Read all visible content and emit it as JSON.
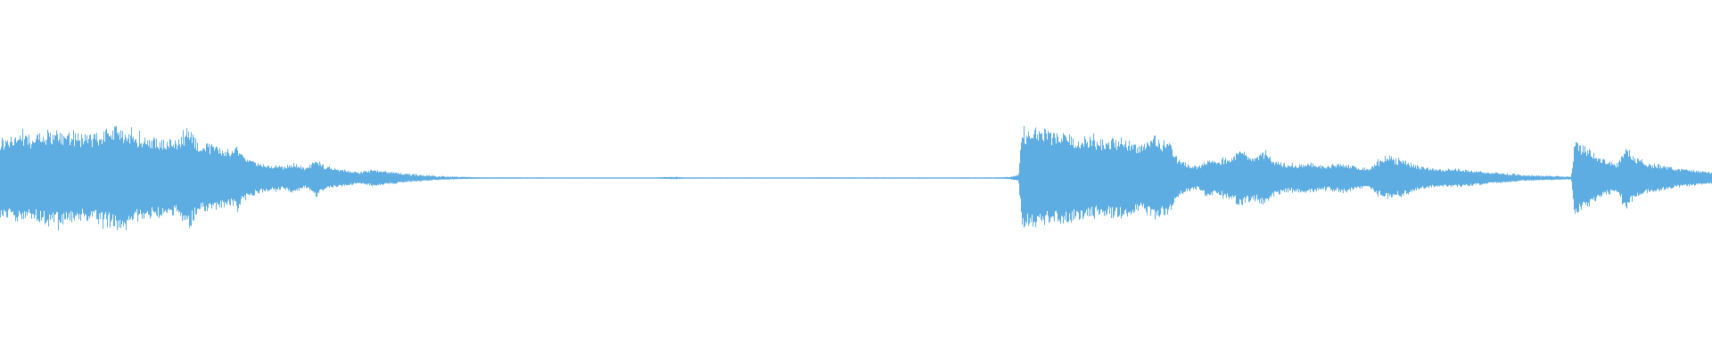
{
  "waveform": {
    "color": "#5dade2",
    "amplitude_profile": [
      [
        0.0,
        0.42
      ],
      [
        0.01,
        0.46
      ],
      [
        0.02,
        0.44
      ],
      [
        0.03,
        0.5
      ],
      [
        0.04,
        0.47
      ],
      [
        0.05,
        0.45
      ],
      [
        0.06,
        0.48
      ],
      [
        0.068,
        0.56
      ],
      [
        0.075,
        0.47
      ],
      [
        0.085,
        0.44
      ],
      [
        0.095,
        0.42
      ],
      [
        0.105,
        0.4
      ],
      [
        0.11,
        0.55
      ],
      [
        0.115,
        0.38
      ],
      [
        0.125,
        0.34
      ],
      [
        0.135,
        0.28
      ],
      [
        0.138,
        0.33
      ],
      [
        0.145,
        0.2
      ],
      [
        0.155,
        0.14
      ],
      [
        0.165,
        0.12
      ],
      [
        0.172,
        0.16
      ],
      [
        0.178,
        0.1
      ],
      [
        0.185,
        0.2
      ],
      [
        0.19,
        0.12
      ],
      [
        0.2,
        0.09
      ],
      [
        0.21,
        0.06
      ],
      [
        0.218,
        0.09
      ],
      [
        0.225,
        0.07
      ],
      [
        0.235,
        0.05
      ],
      [
        0.245,
        0.035
      ],
      [
        0.255,
        0.022
      ],
      [
        0.262,
        0.018
      ],
      [
        0.27,
        0.012
      ],
      [
        0.28,
        0.008
      ],
      [
        0.3,
        0.007
      ],
      [
        0.32,
        0.006
      ],
      [
        0.34,
        0.006
      ],
      [
        0.38,
        0.005
      ],
      [
        0.395,
        0.014
      ],
      [
        0.4,
        0.006
      ],
      [
        0.45,
        0.006
      ],
      [
        0.5,
        0.007
      ],
      [
        0.55,
        0.006
      ],
      [
        0.585,
        0.008
      ],
      [
        0.59,
        0.012
      ],
      [
        0.595,
        0.03
      ],
      [
        0.597,
        0.5
      ],
      [
        0.605,
        0.52
      ],
      [
        0.615,
        0.48
      ],
      [
        0.625,
        0.46
      ],
      [
        0.635,
        0.43
      ],
      [
        0.645,
        0.4
      ],
      [
        0.655,
        0.42
      ],
      [
        0.665,
        0.36
      ],
      [
        0.675,
        0.4
      ],
      [
        0.683,
        0.38
      ],
      [
        0.688,
        0.2
      ],
      [
        0.695,
        0.14
      ],
      [
        0.7,
        0.12
      ],
      [
        0.705,
        0.2
      ],
      [
        0.712,
        0.18
      ],
      [
        0.72,
        0.24
      ],
      [
        0.725,
        0.3
      ],
      [
        0.732,
        0.22
      ],
      [
        0.738,
        0.28
      ],
      [
        0.745,
        0.18
      ],
      [
        0.755,
        0.14
      ],
      [
        0.765,
        0.16
      ],
      [
        0.775,
        0.12
      ],
      [
        0.785,
        0.16
      ],
      [
        0.792,
        0.12
      ],
      [
        0.8,
        0.1
      ],
      [
        0.805,
        0.18
      ],
      [
        0.812,
        0.22
      ],
      [
        0.82,
        0.18
      ],
      [
        0.83,
        0.12
      ],
      [
        0.84,
        0.09
      ],
      [
        0.85,
        0.1
      ],
      [
        0.86,
        0.08
      ],
      [
        0.87,
        0.06
      ],
      [
        0.88,
        0.05
      ],
      [
        0.89,
        0.03
      ],
      [
        0.9,
        0.025
      ],
      [
        0.91,
        0.02
      ],
      [
        0.918,
        0.015
      ],
      [
        0.92,
        0.38
      ],
      [
        0.925,
        0.34
      ],
      [
        0.93,
        0.3
      ],
      [
        0.938,
        0.18
      ],
      [
        0.945,
        0.15
      ],
      [
        0.95,
        0.34
      ],
      [
        0.955,
        0.22
      ],
      [
        0.962,
        0.16
      ],
      [
        0.97,
        0.14
      ],
      [
        0.98,
        0.1
      ],
      [
        0.99,
        0.08
      ],
      [
        1.0,
        0.06
      ]
    ]
  }
}
